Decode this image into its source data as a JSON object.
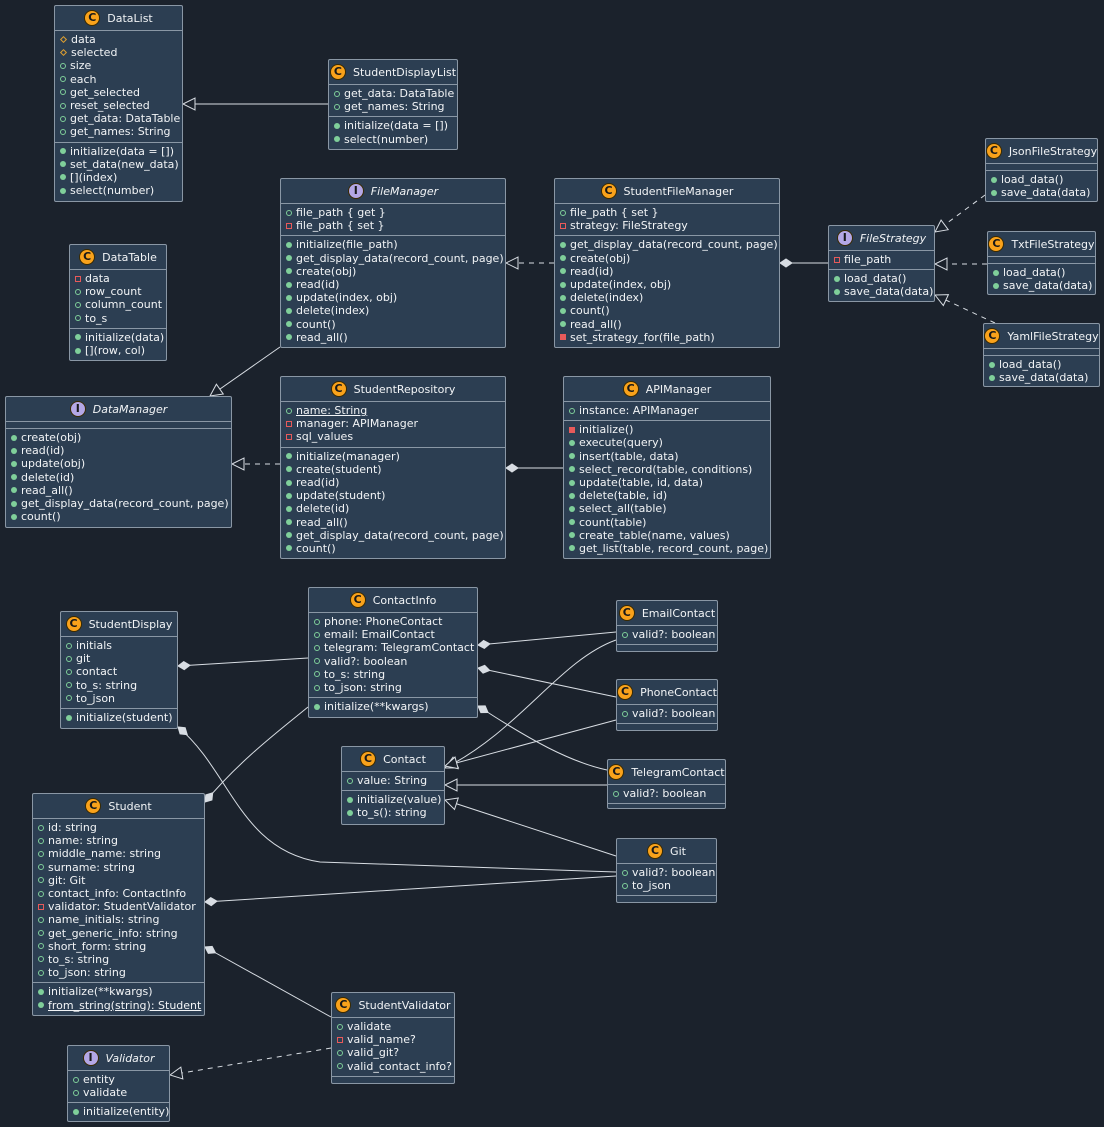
{
  "classes": [
    {
      "id": "DataList",
      "kind": "class",
      "name": "DataList",
      "fields": [
        {
          "v": "pro-f",
          "t": "data"
        },
        {
          "v": "pro-f",
          "t": "selected"
        },
        {
          "v": "pub-f",
          "t": "size"
        },
        {
          "v": "pub-f",
          "t": "each"
        },
        {
          "v": "pub-f",
          "t": "get_selected"
        },
        {
          "v": "pub-f",
          "t": "reset_selected"
        },
        {
          "v": "pub-f",
          "t": "get_data: DataTable"
        },
        {
          "v": "pub-f",
          "t": "get_names: String"
        }
      ],
      "methods": [
        {
          "v": "pub-m",
          "t": "initialize(data = [])"
        },
        {
          "v": "pub-m",
          "t": "set_data(new_data)"
        },
        {
          "v": "pub-m",
          "t": "[](index)"
        },
        {
          "v": "pub-m",
          "t": "select(number)"
        }
      ]
    },
    {
      "id": "StudentDisplayList",
      "kind": "class",
      "name": "StudentDisplayList",
      "fields": [
        {
          "v": "pub-f",
          "t": "get_data: DataTable"
        },
        {
          "v": "pub-f",
          "t": "get_names: String"
        }
      ],
      "methods": [
        {
          "v": "pub-m",
          "t": "initialize(data = [])"
        },
        {
          "v": "pub-m",
          "t": "select(number)"
        }
      ]
    },
    {
      "id": "FileManager",
      "kind": "interface",
      "name": "FileManager",
      "fields": [
        {
          "v": "pub-f",
          "t": "file_path { get }"
        },
        {
          "v": "pri-f",
          "t": "file_path { set }"
        }
      ],
      "methods": [
        {
          "v": "pub-m",
          "t": "initialize(file_path)"
        },
        {
          "v": "pub-m",
          "t": "get_display_data(record_count, page)"
        },
        {
          "v": "pub-m",
          "t": "create(obj)"
        },
        {
          "v": "pub-m",
          "t": "read(id)"
        },
        {
          "v": "pub-m",
          "t": "update(index, obj)"
        },
        {
          "v": "pub-m",
          "t": "delete(index)"
        },
        {
          "v": "pub-m",
          "t": "count()"
        },
        {
          "v": "pub-m",
          "t": "read_all()"
        }
      ]
    },
    {
      "id": "StudentFileManager",
      "kind": "class",
      "name": "StudentFileManager",
      "fields": [
        {
          "v": "pub-f",
          "t": "file_path { set }"
        },
        {
          "v": "pri-f",
          "t": "strategy: FileStrategy"
        }
      ],
      "methods": [
        {
          "v": "pub-m",
          "t": "get_display_data(record_count, page)"
        },
        {
          "v": "pub-m",
          "t": "create(obj)"
        },
        {
          "v": "pub-m",
          "t": "read(id)"
        },
        {
          "v": "pub-m",
          "t": "update(index, obj)"
        },
        {
          "v": "pub-m",
          "t": "delete(index)"
        },
        {
          "v": "pub-m",
          "t": "count()"
        },
        {
          "v": "pub-m",
          "t": "read_all()"
        },
        {
          "v": "pri-m",
          "t": "set_strategy_for(file_path)"
        }
      ]
    },
    {
      "id": "JsonFileStrategy",
      "kind": "class",
      "name": "JsonFileStrategy",
      "fields": [],
      "methods": [
        {
          "v": "pub-m",
          "t": "load_data()"
        },
        {
          "v": "pub-m",
          "t": "save_data(data)"
        }
      ]
    },
    {
      "id": "FileStrategy",
      "kind": "interface",
      "name": "FileStrategy",
      "fields": [
        {
          "v": "pri-f",
          "t": "file_path"
        }
      ],
      "methods": [
        {
          "v": "pub-m",
          "t": "load_data()"
        },
        {
          "v": "pub-m",
          "t": "save_data(data)"
        }
      ]
    },
    {
      "id": "TxtFileStrategy",
      "kind": "class",
      "name": "TxtFileStrategy",
      "fields": [],
      "methods": [
        {
          "v": "pub-m",
          "t": "load_data()"
        },
        {
          "v": "pub-m",
          "t": "save_data(data)"
        }
      ]
    },
    {
      "id": "YamlFileStrategy",
      "kind": "class",
      "name": "YamlFileStrategy",
      "fields": [],
      "methods": [
        {
          "v": "pub-m",
          "t": "load_data()"
        },
        {
          "v": "pub-m",
          "t": "save_data(data)"
        }
      ]
    },
    {
      "id": "DataTable",
      "kind": "class",
      "name": "DataTable",
      "fields": [
        {
          "v": "pri-f",
          "t": "data"
        },
        {
          "v": "pub-f",
          "t": "row_count"
        },
        {
          "v": "pub-f",
          "t": "column_count"
        },
        {
          "v": "pub-f",
          "t": "to_s"
        }
      ],
      "methods": [
        {
          "v": "pub-m",
          "t": "initialize(data)"
        },
        {
          "v": "pub-m",
          "t": "[](row, col)"
        }
      ]
    },
    {
      "id": "DataManager",
      "kind": "interface",
      "name": "DataManager",
      "fields": [],
      "methods": [
        {
          "v": "pub-m",
          "t": "create(obj)"
        },
        {
          "v": "pub-m",
          "t": "read(id)"
        },
        {
          "v": "pub-m",
          "t": "update(obj)"
        },
        {
          "v": "pub-m",
          "t": "delete(id)"
        },
        {
          "v": "pub-m",
          "t": "read_all()"
        },
        {
          "v": "pub-m",
          "t": "get_display_data(record_count, page)"
        },
        {
          "v": "pub-m",
          "t": "count()"
        }
      ]
    },
    {
      "id": "StudentRepository",
      "kind": "class",
      "name": "StudentRepository",
      "fields": [
        {
          "v": "pub-f",
          "t": "name: String",
          "st": true
        },
        {
          "v": "pri-f",
          "t": "manager: APIManager"
        },
        {
          "v": "pri-f",
          "t": "sql_values"
        }
      ],
      "methods": [
        {
          "v": "pub-m",
          "t": "initialize(manager)"
        },
        {
          "v": "pub-m",
          "t": "create(student)"
        },
        {
          "v": "pub-m",
          "t": "read(id)"
        },
        {
          "v": "pub-m",
          "t": "update(student)"
        },
        {
          "v": "pub-m",
          "t": "delete(id)"
        },
        {
          "v": "pub-m",
          "t": "read_all()"
        },
        {
          "v": "pub-m",
          "t": "get_display_data(record_count, page)"
        },
        {
          "v": "pub-m",
          "t": "count()"
        }
      ]
    },
    {
      "id": "APIManager",
      "kind": "class",
      "name": "APIManager",
      "fields": [
        {
          "v": "pub-f",
          "t": "instance: APIManager"
        }
      ],
      "methods": [
        {
          "v": "pri-m",
          "t": "initialize()"
        },
        {
          "v": "pub-m",
          "t": "execute(query)"
        },
        {
          "v": "pub-m",
          "t": "insert(table, data)"
        },
        {
          "v": "pub-m",
          "t": "select_record(table, conditions)"
        },
        {
          "v": "pub-m",
          "t": "update(table, id, data)"
        },
        {
          "v": "pub-m",
          "t": "delete(table, id)"
        },
        {
          "v": "pub-m",
          "t": "select_all(table)"
        },
        {
          "v": "pub-m",
          "t": "count(table)"
        },
        {
          "v": "pub-m",
          "t": "create_table(name, values)"
        },
        {
          "v": "pub-m",
          "t": "get_list(table, record_count, page)"
        }
      ]
    },
    {
      "id": "StudentDisplay",
      "kind": "class",
      "name": "StudentDisplay",
      "fields": [
        {
          "v": "pub-f",
          "t": "initials"
        },
        {
          "v": "pub-f",
          "t": "git"
        },
        {
          "v": "pub-f",
          "t": "contact"
        },
        {
          "v": "pub-f",
          "t": "to_s: string"
        },
        {
          "v": "pub-f",
          "t": "to_json"
        }
      ],
      "methods": [
        {
          "v": "pub-m",
          "t": "initialize(student)"
        }
      ]
    },
    {
      "id": "ContactInfo",
      "kind": "class",
      "name": "ContactInfo",
      "fields": [
        {
          "v": "pub-f",
          "t": "phone: PhoneContact"
        },
        {
          "v": "pub-f",
          "t": "email: EmailContact"
        },
        {
          "v": "pub-f",
          "t": "telegram: TelegramContact"
        },
        {
          "v": "pub-f",
          "t": "valid?: boolean"
        },
        {
          "v": "pub-f",
          "t": "to_s: string"
        },
        {
          "v": "pub-f",
          "t": "to_json: string"
        }
      ],
      "methods": [
        {
          "v": "pub-m",
          "t": "initialize(**kwargs)"
        }
      ]
    },
    {
      "id": "EmailContact",
      "kind": "class",
      "name": "EmailContact",
      "fields": [
        {
          "v": "pub-f",
          "t": "valid?: boolean"
        }
      ],
      "methods": []
    },
    {
      "id": "PhoneContact",
      "kind": "class",
      "name": "PhoneContact",
      "fields": [
        {
          "v": "pub-f",
          "t": "valid?: boolean"
        }
      ],
      "methods": []
    },
    {
      "id": "Contact",
      "kind": "class",
      "name": "Contact",
      "fields": [
        {
          "v": "pub-f",
          "t": "value: String"
        }
      ],
      "methods": [
        {
          "v": "pub-m",
          "t": "initialize(value)"
        },
        {
          "v": "pub-m",
          "t": "to_s(): string"
        }
      ]
    },
    {
      "id": "TelegramContact",
      "kind": "class",
      "name": "TelegramContact",
      "fields": [
        {
          "v": "pub-f",
          "t": "valid?: boolean"
        }
      ],
      "methods": []
    },
    {
      "id": "Student",
      "kind": "class",
      "name": "Student",
      "fields": [
        {
          "v": "pub-f",
          "t": "id: string"
        },
        {
          "v": "pub-f",
          "t": "name: string"
        },
        {
          "v": "pub-f",
          "t": "middle_name: string"
        },
        {
          "v": "pub-f",
          "t": "surname: string"
        },
        {
          "v": "pub-f",
          "t": "git: Git"
        },
        {
          "v": "pub-f",
          "t": "contact_info: ContactInfo"
        },
        {
          "v": "pri-f",
          "t": "validator: StudentValidator"
        },
        {
          "v": "pub-f",
          "t": "name_initials: string"
        },
        {
          "v": "pub-f",
          "t": "get_generic_info: string"
        },
        {
          "v": "pub-f",
          "t": "short_form: string"
        },
        {
          "v": "pub-f",
          "t": "to_s: string"
        },
        {
          "v": "pub-f",
          "t": "to_json: string"
        }
      ],
      "methods": [
        {
          "v": "pub-m",
          "t": "initialize(**kwargs)"
        },
        {
          "v": "pub-m",
          "t": "from_string(string): Student",
          "st": true
        }
      ]
    },
    {
      "id": "Git",
      "kind": "class",
      "name": "Git",
      "fields": [
        {
          "v": "pub-f",
          "t": "valid?: boolean"
        },
        {
          "v": "pub-f",
          "t": "to_json"
        }
      ],
      "methods": []
    },
    {
      "id": "StudentValidator",
      "kind": "class",
      "name": "StudentValidator",
      "fields": [
        {
          "v": "pub-f",
          "t": "validate"
        },
        {
          "v": "pri-f",
          "t": "valid_name?"
        },
        {
          "v": "pub-f",
          "t": "valid_git?"
        },
        {
          "v": "pub-f",
          "t": "valid_contact_info?"
        }
      ],
      "methods": []
    },
    {
      "id": "Validator",
      "kind": "interface",
      "name": "Validator",
      "fields": [
        {
          "v": "pub-f",
          "t": "entity"
        },
        {
          "v": "pub-f",
          "t": "validate"
        }
      ],
      "methods": [
        {
          "v": "pub-m",
          "t": "initialize(entity)"
        }
      ]
    }
  ],
  "relations": [
    {
      "from": "StudentDisplayList",
      "to": "DataList",
      "type": "extends"
    },
    {
      "from": "StudentFileManager",
      "to": "FileManager",
      "type": "implements"
    },
    {
      "from": "StudentFileManager",
      "to": "FileStrategy",
      "type": "composition"
    },
    {
      "from": "JsonFileStrategy",
      "to": "FileStrategy",
      "type": "implements"
    },
    {
      "from": "TxtFileStrategy",
      "to": "FileStrategy",
      "type": "implements"
    },
    {
      "from": "YamlFileStrategy",
      "to": "FileStrategy",
      "type": "implements"
    },
    {
      "from": "FileManager",
      "to": "DataManager",
      "type": "extends"
    },
    {
      "from": "StudentRepository",
      "to": "DataManager",
      "type": "implements"
    },
    {
      "from": "StudentRepository",
      "to": "APIManager",
      "type": "composition"
    },
    {
      "from": "StudentDisplay",
      "to": "ContactInfo",
      "type": "composition"
    },
    {
      "from": "StudentDisplay",
      "to": "Git",
      "type": "composition"
    },
    {
      "from": "ContactInfo",
      "to": "EmailContact",
      "type": "composition"
    },
    {
      "from": "ContactInfo",
      "to": "PhoneContact",
      "type": "composition"
    },
    {
      "from": "ContactInfo",
      "to": "TelegramContact",
      "type": "composition"
    },
    {
      "from": "EmailContact",
      "to": "Contact",
      "type": "extends"
    },
    {
      "from": "PhoneContact",
      "to": "Contact",
      "type": "extends"
    },
    {
      "from": "TelegramContact",
      "to": "Contact",
      "type": "extends"
    },
    {
      "from": "Git",
      "to": "Contact",
      "type": "extends"
    },
    {
      "from": "Student",
      "to": "ContactInfo",
      "type": "composition"
    },
    {
      "from": "Student",
      "to": "Git",
      "type": "composition"
    },
    {
      "from": "Student",
      "to": "StudentValidator",
      "type": "composition"
    },
    {
      "from": "StudentValidator",
      "to": "Validator",
      "type": "implements"
    }
  ]
}
